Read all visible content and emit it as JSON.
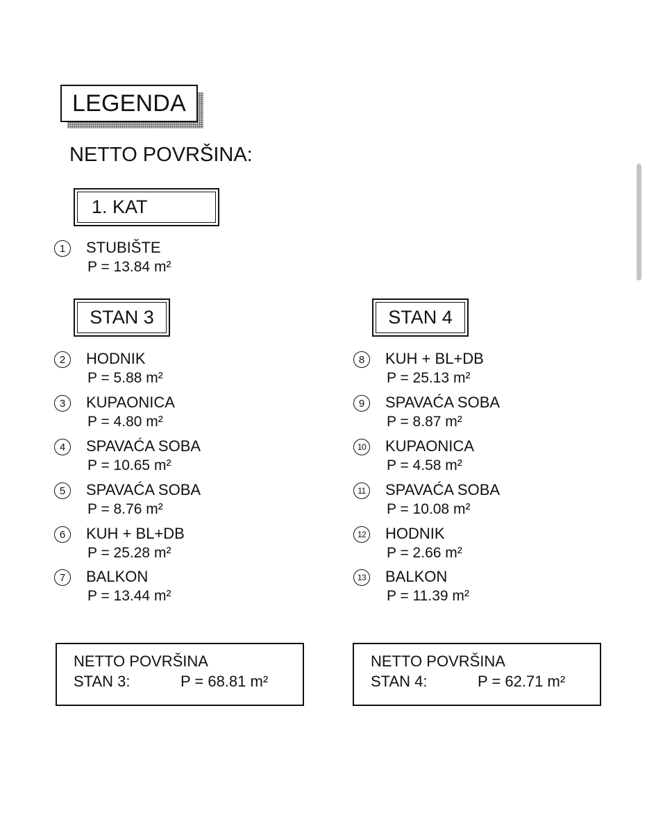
{
  "legend_title": "LEGENDA",
  "section_heading": "NETTO POVRŠINA:",
  "floor_label": "1. KAT",
  "stairs": {
    "num": "1",
    "name": "STUBIŠTE",
    "area": "P = 13.84 m²"
  },
  "stan3": {
    "label": "STAN 3",
    "rooms": [
      {
        "num": "2",
        "name": "HODNIK",
        "area": "P = 5.88 m²"
      },
      {
        "num": "3",
        "name": "KUPAONICA",
        "area": "P = 4.80 m²"
      },
      {
        "num": "4",
        "name": "SPAVAĆA SOBA",
        "area": "P = 10.65 m²"
      },
      {
        "num": "5",
        "name": "SPAVAĆA SOBA",
        "area": "P = 8.76 m²"
      },
      {
        "num": "6",
        "name": "KUH + BL+DB",
        "area": "P = 25.28 m²"
      },
      {
        "num": "7",
        "name": "BALKON",
        "area": "P = 13.44 m²"
      }
    ],
    "total": {
      "title": "NETTO POVRŠINA",
      "stan": "STAN 3:",
      "area": "P = 68.81 m²"
    }
  },
  "stan4": {
    "label": "STAN 4",
    "rooms": [
      {
        "num": "8",
        "name": "KUH + BL+DB",
        "area": "P = 25.13 m²"
      },
      {
        "num": "9",
        "name": "SPAVAĆA SOBA",
        "area": "P = 8.87 m²"
      },
      {
        "num": "10",
        "name": "KUPAONICA",
        "area": "P = 4.58 m²"
      },
      {
        "num": "11",
        "name": "SPAVAĆA SOBA",
        "area": "P = 10.08 m²"
      },
      {
        "num": "12",
        "name": "HODNIK",
        "area": "P = 2.66 m²"
      },
      {
        "num": "13",
        "name": "BALKON",
        "area": "P = 11.39 m²"
      }
    ],
    "total": {
      "title": "NETTO POVRŠINA",
      "stan": "STAN 4:",
      "area": "P = 62.71 m²"
    }
  }
}
